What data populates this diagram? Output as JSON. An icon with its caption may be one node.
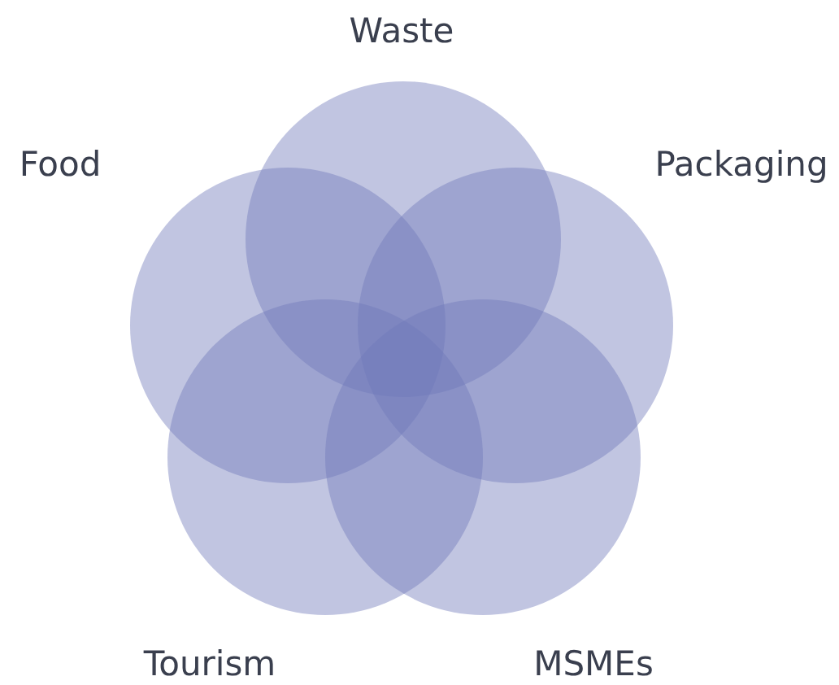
{
  "diagram": {
    "nodes": [
      {
        "text": [
          "Waste"
        ]
      },
      {
        "text": [
          "Food"
        ]
      },
      {
        "text": [
          "Packaging"
        ]
      },
      {
        "text": [
          "Tourism"
        ]
      },
      {
        "text": [
          "MSMEs"
        ]
      }
    ]
  }
}
